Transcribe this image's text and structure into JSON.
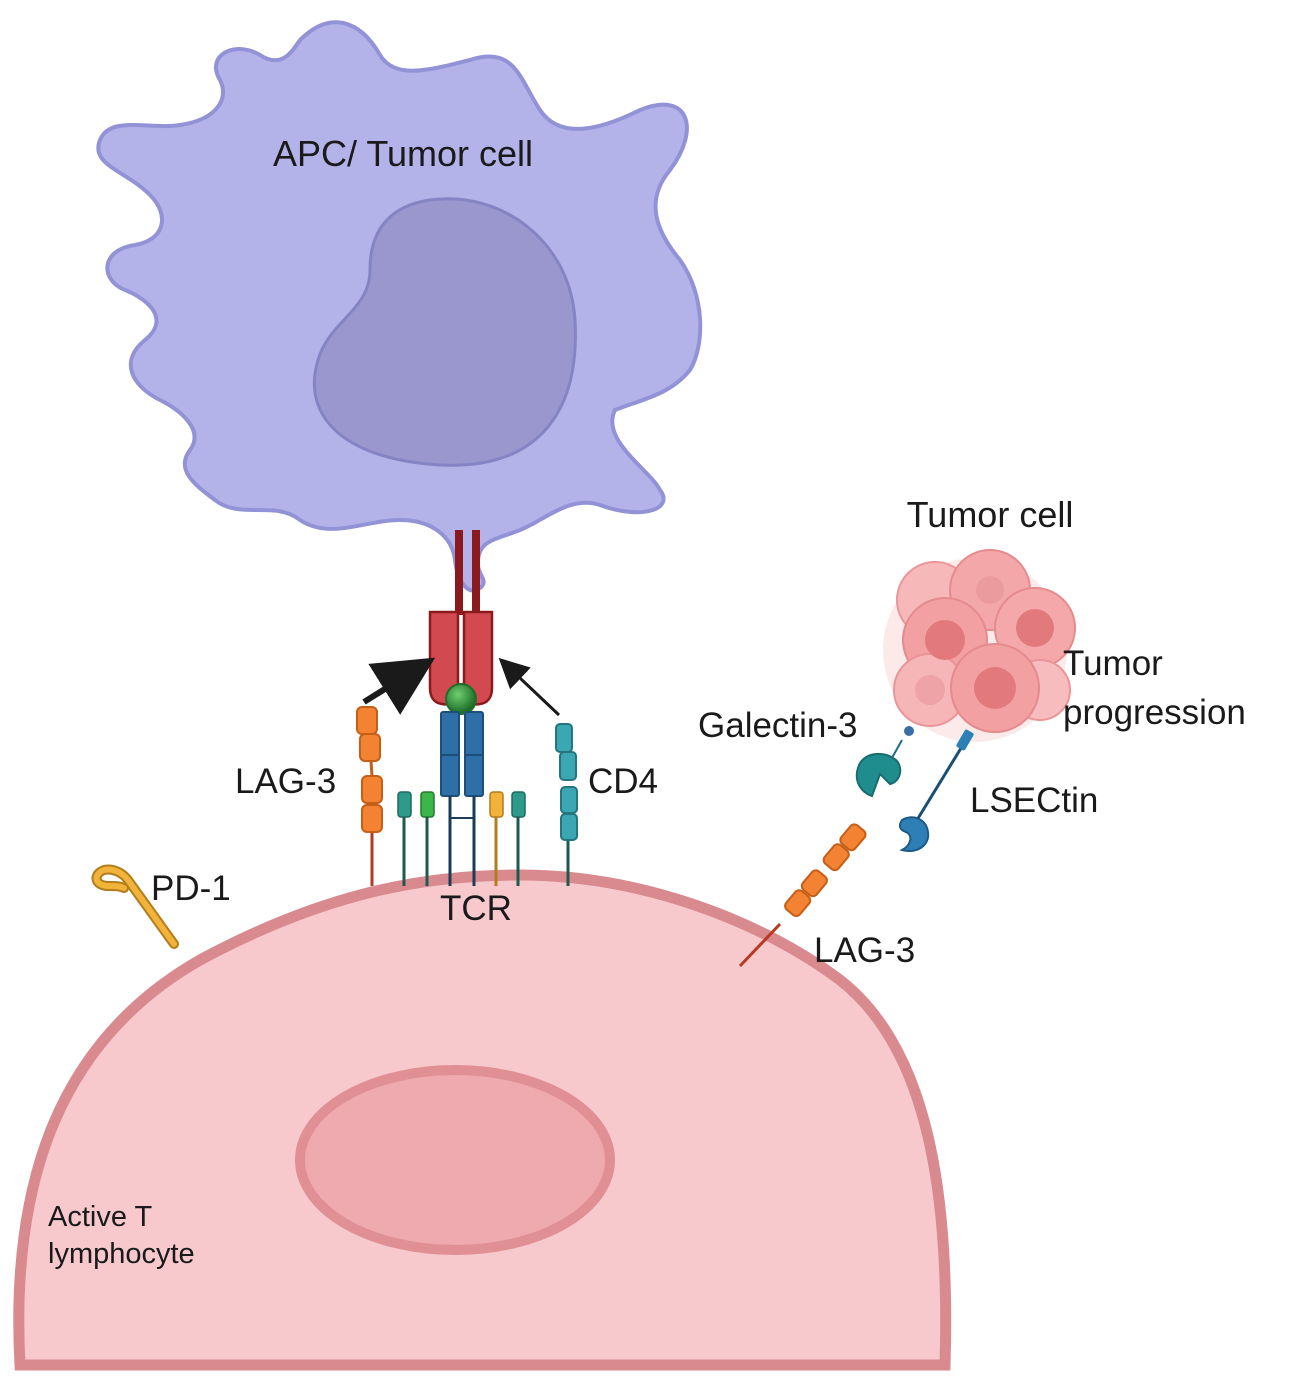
{
  "labels": {
    "apc_tumor_cell": "APC/ Tumor cell",
    "tumor_cell": "Tumor cell",
    "tumor_progression_line1": "Tumor",
    "tumor_progression_line2": "progression",
    "galectin3": "Galectin-3",
    "lsectin": "LSECtin",
    "lag3_left": "LAG-3",
    "lag3_right": "LAG-3",
    "cd4": "CD4",
    "pd1": "PD-1",
    "tcr": "TCR",
    "t_cell_line1": "Active T",
    "t_cell_line2": "lymphocyte"
  },
  "colors": {
    "apc_body": "#b3b3ea",
    "apc_outline": "#9292d6",
    "apc_nucleus": "#9a97cf",
    "tcell_body": "#f7c8cc",
    "tcell_membrane": "#d98a8f",
    "tcell_nucleus": "#eeaaae",
    "mhc_red": "#d24a4f",
    "mhc_stalk": "#8b1a1f",
    "peptide_green": "#2f8f3a",
    "tcr_blue": "#2d6fa6",
    "lag3_orange": "#f38233",
    "cd4_teal": "#3aa7b3",
    "pd1_yellow": "#f2b33a",
    "galectin_teal": "#1f8d8d",
    "lsectin_blue": "#2e7fb6",
    "tumor_pink": "#f3a0a3"
  }
}
